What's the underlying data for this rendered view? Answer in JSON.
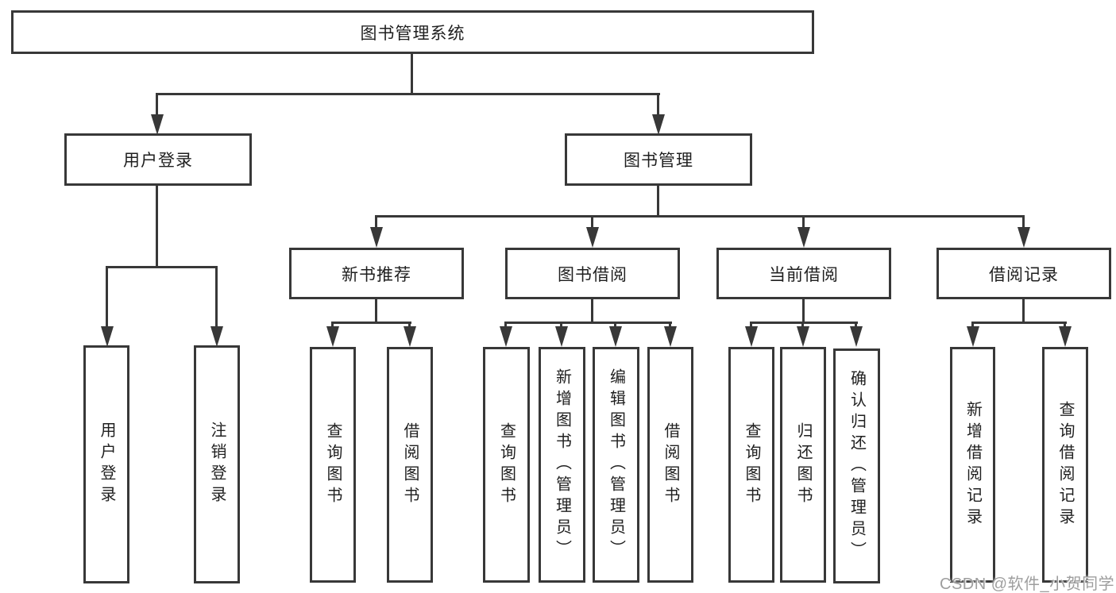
{
  "diagram": {
    "root": {
      "label": "图书管理系统"
    },
    "branches": [
      {
        "label": "用户登录",
        "children": [
          {
            "label": "用户登录"
          },
          {
            "label": "注销登录"
          }
        ]
      },
      {
        "label": "图书管理",
        "children": [
          {
            "label": "新书推荐",
            "children": [
              {
                "label": "查询图书"
              },
              {
                "label": "借阅图书"
              }
            ]
          },
          {
            "label": "图书借阅",
            "children": [
              {
                "label": "查询图书"
              },
              {
                "label": "新增图书（管理员）"
              },
              {
                "label": "编辑图书（管理员）"
              },
              {
                "label": "借阅图书"
              }
            ]
          },
          {
            "label": "当前借阅",
            "children": [
              {
                "label": "查询图书"
              },
              {
                "label": "归还图书"
              },
              {
                "label": "确认归还（管理员）"
              }
            ]
          },
          {
            "label": "借阅记录",
            "children": [
              {
                "label": "新增借阅记录"
              },
              {
                "label": "查询借阅记录"
              }
            ]
          }
        ]
      }
    ]
  },
  "watermark": {
    "text": "CSDN @软件_小贺同学"
  },
  "colors": {
    "line": "#383838",
    "box_border": "#383838",
    "text": "#1f1f1f",
    "background": "#ffffff",
    "watermark": "#9e9e9e"
  }
}
